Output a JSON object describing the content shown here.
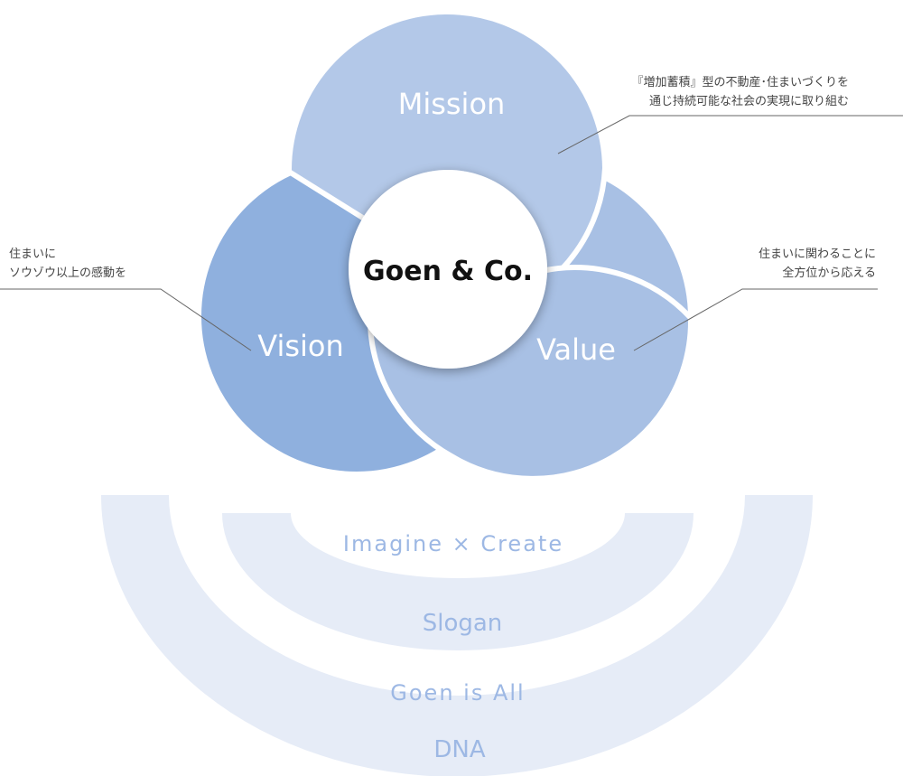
{
  "center": {
    "label": "Goen & Co."
  },
  "circles": {
    "mission": {
      "label": "Mission",
      "color": "#b3c8e8"
    },
    "vision": {
      "label": "Vision",
      "color": "#8fb0de"
    },
    "value": {
      "label": "Value",
      "color": "#a8c0e4"
    }
  },
  "annotations": {
    "mission": [
      "『増加蓄積』型の不動産･住まいづくりを",
      "通じ持続可能な社会の実現に取り組む"
    ],
    "vision": [
      "住まいに",
      "ソウゾウ以上の感動を"
    ],
    "value": [
      "住まいに関わることに",
      "全方位から応える"
    ]
  },
  "arcs": {
    "inner": {
      "phrase": "Imagine × Create",
      "name": "Slogan"
    },
    "outer": {
      "phrase": "Goen is All",
      "name": "DNA"
    },
    "color": "#e6ecf7",
    "text_color": "#9db8e4"
  }
}
